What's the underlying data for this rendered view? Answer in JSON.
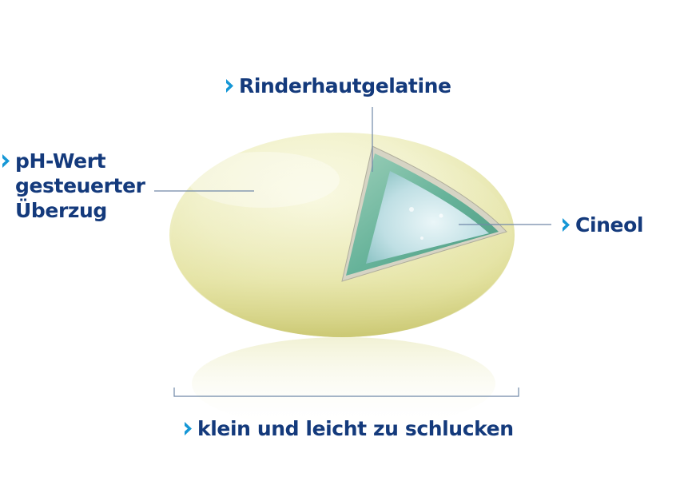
{
  "labels": {
    "gelatine": "Rinderhautgelatine",
    "coating": [
      "pH-Wert",
      "gesteuerter",
      "Überzug"
    ],
    "cineol": "Cineol",
    "size": "klein und leicht zu schlucken"
  },
  "icons": {
    "bullet": "chevron-right-icon"
  },
  "colors": {
    "text": "#143a7c",
    "chevron": "#1597d6",
    "leader_line": "#7088a8",
    "capsule_shell": "#ebebb8",
    "gelatine_layer": "#5fae95",
    "cineol_core": "#b9dbe0"
  }
}
